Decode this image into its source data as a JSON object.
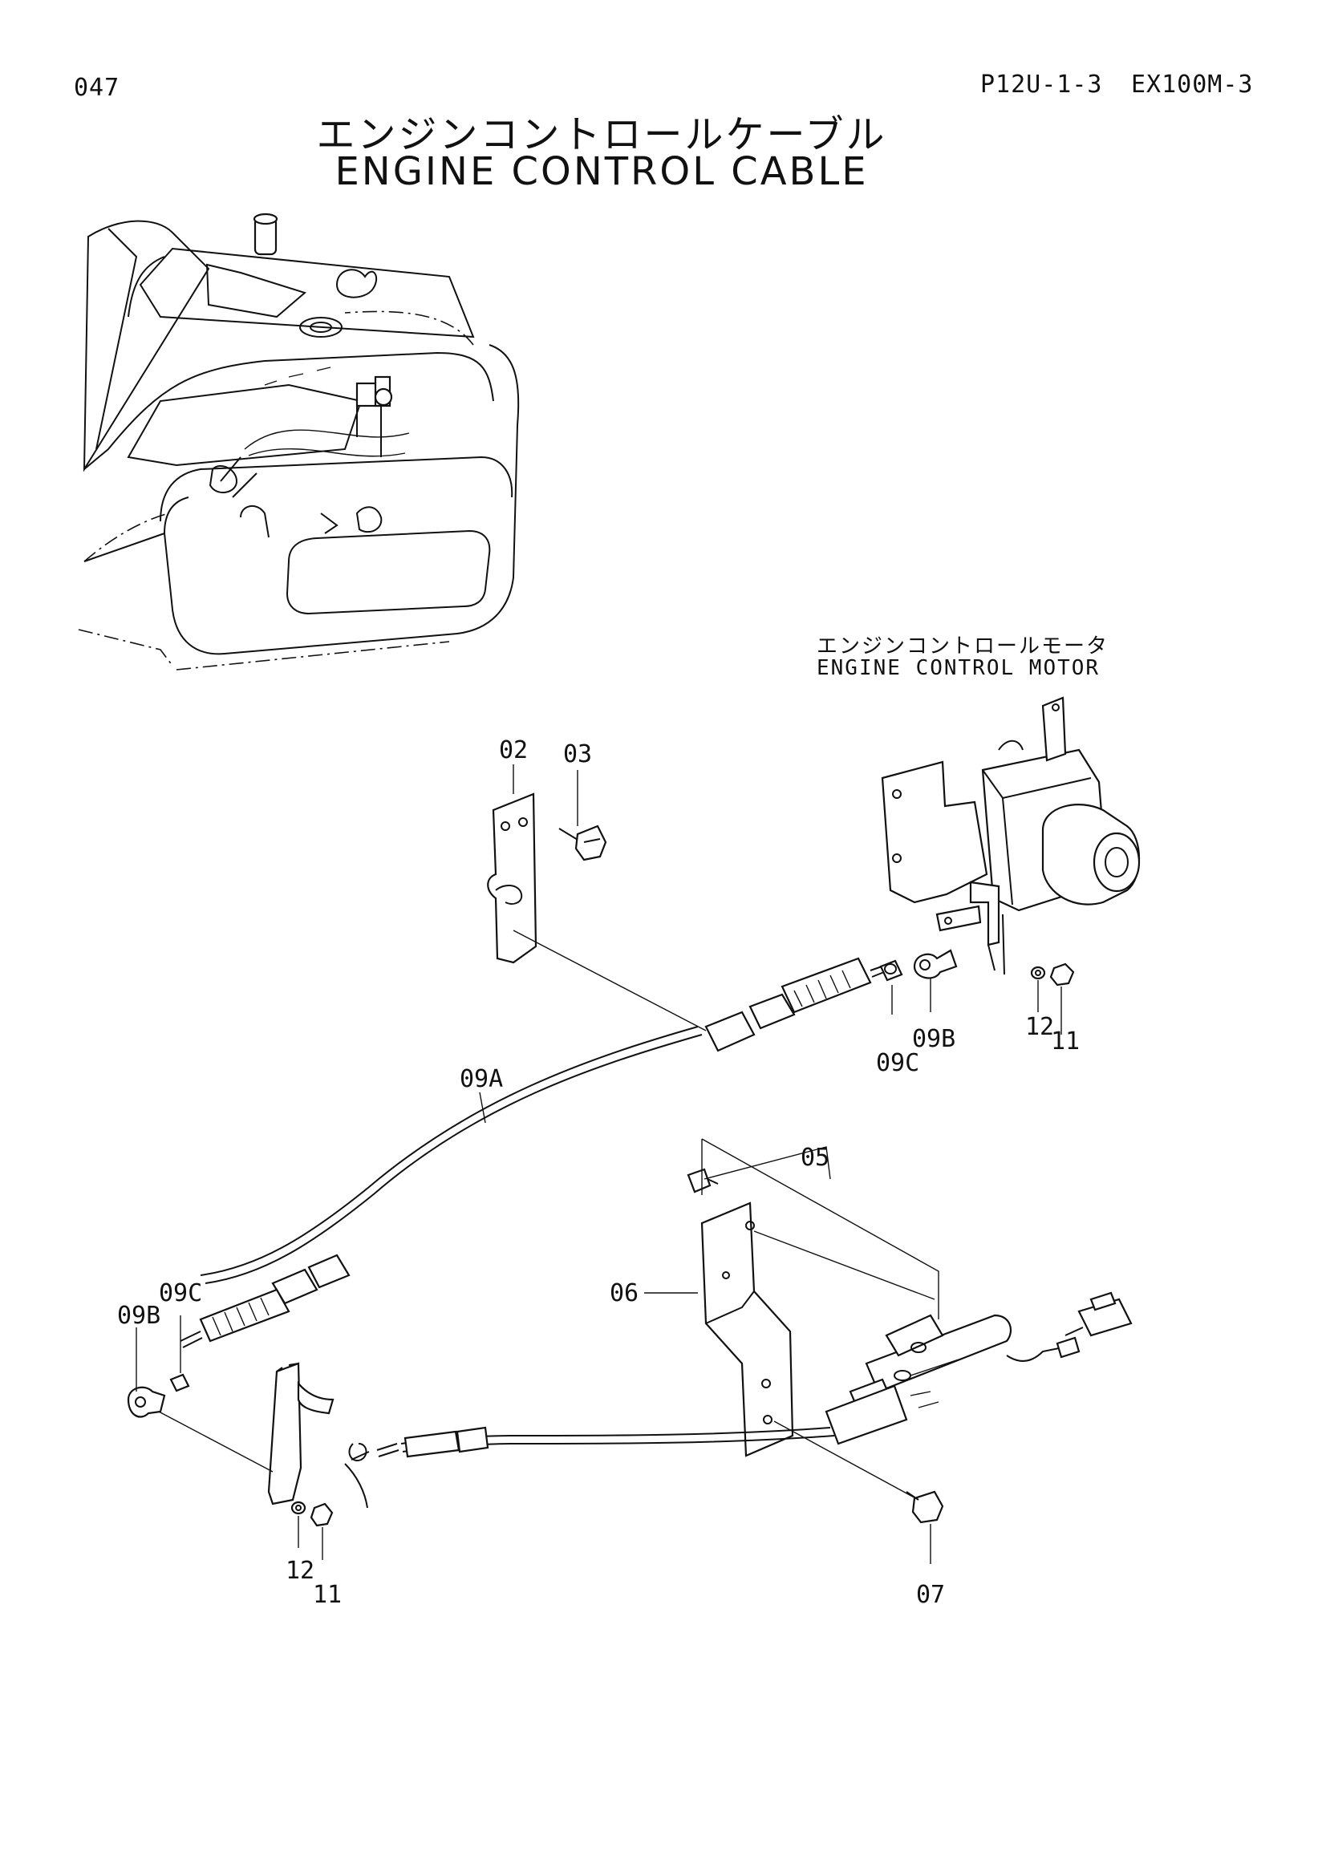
{
  "header": {
    "page_number": "047",
    "section_code": "P12U-1-3",
    "model": "EX100M-3"
  },
  "title": {
    "japanese": "エンジンコントロールケーブル",
    "english": "ENGINE CONTROL CABLE"
  },
  "motor_caption": {
    "japanese": "エンジンコントロールモータ",
    "english": "ENGINE CONTROL MOTOR"
  },
  "callouts": {
    "c02": "02",
    "c03": "03",
    "c05": "05",
    "c06": "06",
    "c07": "07",
    "c09a": "09A",
    "c09b_top": "09B",
    "c09c_top": "09C",
    "c12_top": "12",
    "c11_top": "11",
    "c09b_left": "09B",
    "c09c_left": "09C",
    "c12_bottom": "12",
    "c11_bottom": "11"
  }
}
